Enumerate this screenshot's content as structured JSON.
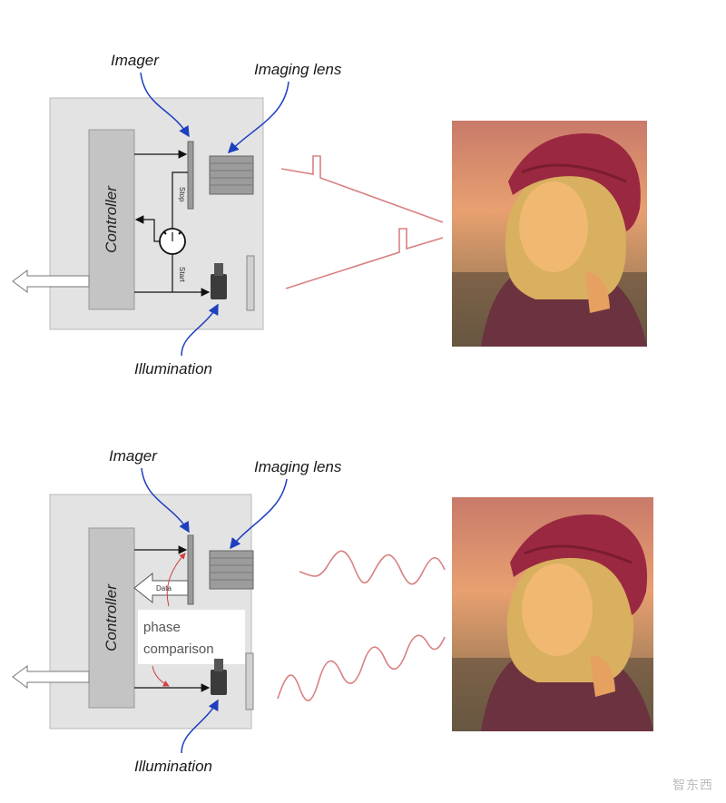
{
  "diagram_top": {
    "imager_label": "Imager",
    "lens_label": "Imaging lens",
    "controller_label": "Controller",
    "illumination_label": "Illumination",
    "stop_label": "Stop",
    "start_label": "Start"
  },
  "diagram_bottom": {
    "imager_label": "Imager",
    "lens_label": "Imaging lens",
    "controller_label": "Controller",
    "illumination_label": "Illumination",
    "data_label": "Data",
    "phase_line1": "phase",
    "phase_line2": "comparison"
  },
  "watermark": "智东西",
  "colors": {
    "signal": "#d98080",
    "callout_arrow": "#1f3fbf",
    "housing": "#e3e3e3",
    "controller": "#c4c4c4"
  }
}
